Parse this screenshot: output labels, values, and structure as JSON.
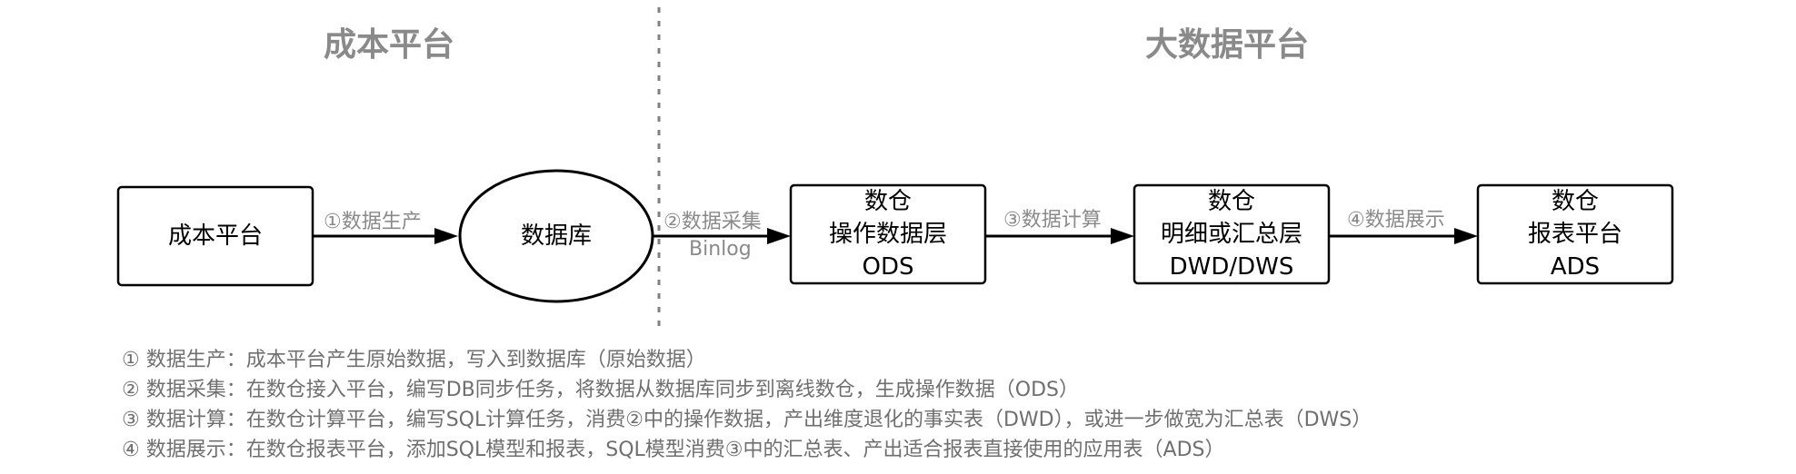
{
  "sections": {
    "left_title": "成本平台",
    "right_title": "大数据平台"
  },
  "nodes": {
    "cost_platform": {
      "lines": [
        "成本平台"
      ]
    },
    "database": {
      "lines": [
        "数据库"
      ]
    },
    "ods": {
      "lines": [
        "数仓",
        "操作数据层",
        "ODS"
      ]
    },
    "dwd": {
      "lines": [
        "数仓",
        "明细或汇总层",
        "DWD/DWS"
      ]
    },
    "ads": {
      "lines": [
        "数仓",
        "报表平台",
        "ADS"
      ]
    }
  },
  "edges": {
    "e1": {
      "label": "①数据生产"
    },
    "e2": {
      "label": "②数据采集",
      "sub": "Binlog"
    },
    "e3": {
      "label": "③数据计算"
    },
    "e4": {
      "label": "④数据展示"
    }
  },
  "notes": [
    "① 数据生产：成本平台产生原始数据，写入到数据库（原始数据）",
    "② 数据采集：在数仓接入平台，编写DB同步任务，将数据从数据库同步到离线数仓，生成操作数据（ODS）",
    "③ 数据计算：在数仓计算平台，编写SQL计算任务，消费②中的操作数据，产出维度退化的事实表（DWD），或进一步做宽为汇总表（DWS）",
    "④ 数据展示：在数仓报表平台，添加SQL模型和报表，SQL模型消费③中的汇总表、产出适合报表直接使用的应用表（ADS）"
  ]
}
